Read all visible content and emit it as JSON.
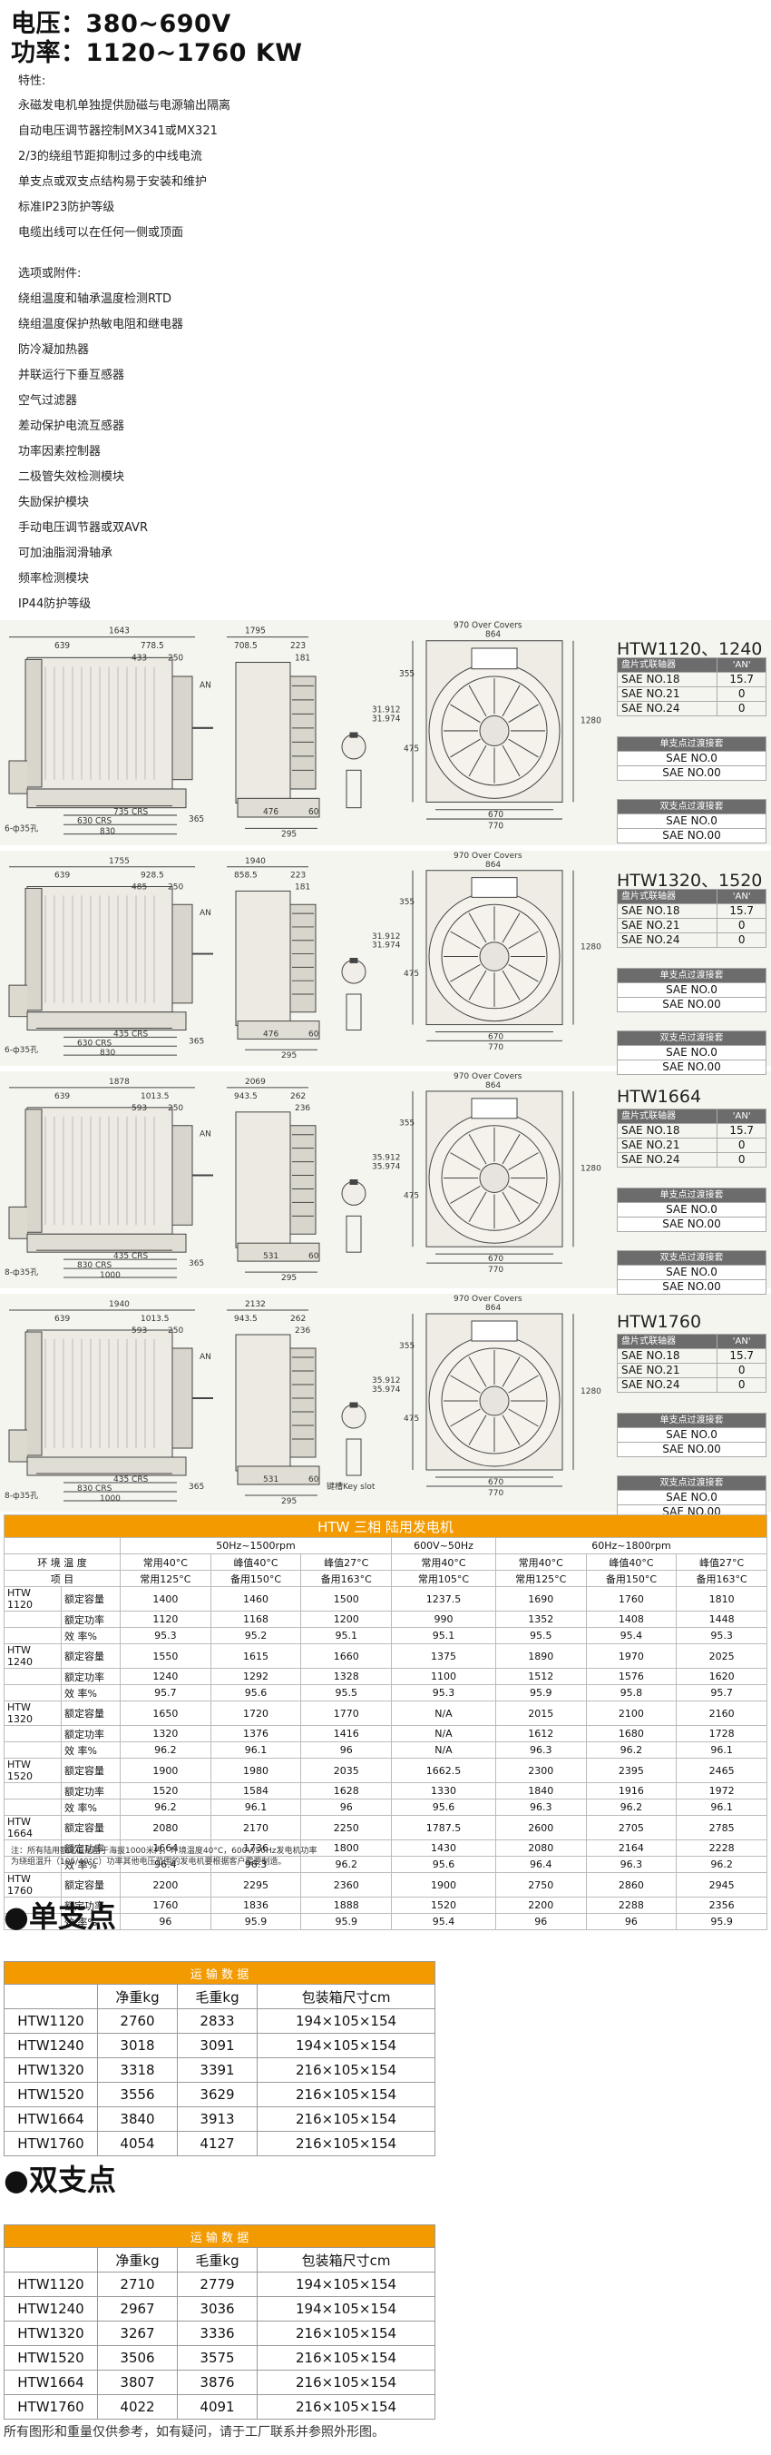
{
  "header": {
    "voltage": "电压：380~690V",
    "power": "功率：1120~1760 KW"
  },
  "features_title": "特性:",
  "features": [
    "永磁发电机单独提供励磁与电源输出隔离",
    "自动电压调节器控制MX341或MX321",
    "2/3的绕组节距抑制过多的中线电流",
    "单支点或双支点结构易于安装和维护",
    "标准IP23防护等级",
    "电缆出线可以在任何一侧或顶面"
  ],
  "options_title": "选项或附件:",
  "options": [
    "绕组温度和轴承温度检测RTD",
    "绕组温度保护热敏电阻和继电器",
    "防冷凝加热器",
    "并联运行下垂互感器",
    "空气过滤器",
    "差动保护电流互感器",
    "功率因素控制器",
    "二极管失效检测模块",
    "失励保护模块",
    "手动电压调节器或双AVR",
    "可加油脂润滑轴承",
    "频率检测模块",
    "IP44防护等级"
  ],
  "drawings": [
    {
      "model": "HTW1120、1240",
      "dims": {
        "overall": "1643",
        "d1": "639",
        "d2": "778.5",
        "d3": "433",
        "d4": "250",
        "an": "AN",
        "crs1": "735 CRS",
        "crs2": "630 CRS",
        "base": "830",
        "side": "365",
        "holes": "6-ф35孔",
        "s1": "1795",
        "s2": "708.5",
        "s3": "223",
        "s4": "181",
        "s5": "476",
        "s6": "295",
        "s7": "60",
        "key1": "31.912",
        "key2": "31.974",
        "cover": "970 Over Covers",
        "f1": "864",
        "f2": "670",
        "f3": "770",
        "f4": "355",
        "f5": "475",
        "f6": "1280"
      }
    },
    {
      "model": "HTW1320、1520",
      "dims": {
        "overall": "1755",
        "d1": "639",
        "d2": "928.5",
        "d3": "485",
        "d4": "250",
        "an": "AN",
        "crs1": "435 CRS",
        "crs2": "630 CRS",
        "base": "830",
        "side": "365",
        "holes": "6-ф35孔",
        "s1": "1940",
        "s2": "858.5",
        "s3": "223",
        "s4": "181",
        "s5": "476",
        "s6": "295",
        "s7": "60",
        "key1": "31.912",
        "key2": "31.974",
        "cover": "970 Over Covers",
        "f1": "864",
        "f2": "670",
        "f3": "770",
        "f4": "355",
        "f5": "475",
        "f6": "1280"
      }
    },
    {
      "model": "HTW1664",
      "dims": {
        "overall": "1878",
        "d1": "639",
        "d2": "1013.5",
        "d3": "593",
        "d4": "250",
        "an": "AN",
        "crs1": "435 CRS",
        "crs2": "830 CRS",
        "base": "1000",
        "side": "365",
        "holes": "8-ф35孔",
        "s1": "2069",
        "s2": "943.5",
        "s3": "262",
        "s4": "236",
        "s5": "531",
        "s6": "295",
        "s7": "60",
        "key1": "35.912",
        "key2": "35.974",
        "cover": "970 Over Covers",
        "f1": "864",
        "f2": "670",
        "f3": "770",
        "f4": "355",
        "f5": "475",
        "f6": "1280"
      }
    },
    {
      "model": "HTW1760",
      "dims": {
        "overall": "1940",
        "d1": "639",
        "d2": "1013.5",
        "d3": "593",
        "d4": "250",
        "an": "AN",
        "crs1": "435 CRS",
        "crs2": "830 CRS",
        "base": "1000",
        "side": "365",
        "holes": "8-ф35孔",
        "s1": "2132",
        "s2": "943.5",
        "s3": "262",
        "s4": "236",
        "s5": "531",
        "s6": "295",
        "s7": "60",
        "key1": "35.912",
        "key2": "35.974",
        "cover": "970 Over Covers",
        "f1": "864",
        "f2": "670",
        "f3": "770",
        "f4": "355",
        "f5": "475",
        "f6": "1280",
        "keyslot": "键槽Key slot"
      }
    }
  ],
  "coupling": {
    "flex_title": "盘片式联轴器",
    "an_col": "'AN'",
    "flex_rows": [
      [
        "SAE  NO.18",
        "15.7"
      ],
      [
        "SAE  NO.21",
        "0"
      ],
      [
        "SAE  NO.24",
        "0"
      ]
    ],
    "single_title": "单支点过渡接套",
    "single_rows": [
      "SAE NO.0",
      "SAE NO.00"
    ],
    "double_title": "双支点过渡接套",
    "double_rows": [
      "SAE NO.0",
      "SAE NO.00"
    ]
  },
  "ratings": {
    "title": "HTW 三相 陆用发电机",
    "freq_50": "50Hz~1500rpm",
    "freq_60": "60Hz~1800rpm",
    "freq_600": "600V~50Hz",
    "env_label": "环 境 温 度",
    "item_label": "项    目",
    "env": [
      "常用40°C",
      "峰值40°C",
      "峰值27°C",
      "常用40°C",
      "常用40°C",
      "峰值40°C",
      "峰值27°C"
    ],
    "rise": [
      "常用125°C",
      "备用150°C",
      "备用163°C",
      "常用105°C",
      "常用125°C",
      "备用150°C",
      "备用163°C"
    ],
    "row_labels": [
      "额定容量",
      "额定功率",
      "效  率%"
    ],
    "models": [
      {
        "name": "HTW 1120",
        "rows": [
          [
            "1400",
            "1460",
            "1500",
            "1237.5",
            "1690",
            "1760",
            "1810"
          ],
          [
            "1120",
            "1168",
            "1200",
            "990",
            "1352",
            "1408",
            "1448"
          ],
          [
            "95.3",
            "95.2",
            "95.1",
            "95.1",
            "95.5",
            "95.4",
            "95.3"
          ]
        ]
      },
      {
        "name": "HTW 1240",
        "rows": [
          [
            "1550",
            "1615",
            "1660",
            "1375",
            "1890",
            "1970",
            "2025"
          ],
          [
            "1240",
            "1292",
            "1328",
            "1100",
            "1512",
            "1576",
            "1620"
          ],
          [
            "95.7",
            "95.6",
            "95.5",
            "95.3",
            "95.9",
            "95.8",
            "95.7"
          ]
        ]
      },
      {
        "name": "HTW 1320",
        "rows": [
          [
            "1650",
            "1720",
            "1770",
            "N/A",
            "2015",
            "2100",
            "2160"
          ],
          [
            "1320",
            "1376",
            "1416",
            "N/A",
            "1612",
            "1680",
            "1728"
          ],
          [
            "96.2",
            "96.1",
            "96",
            "N/A",
            "96.3",
            "96.2",
            "96.1"
          ]
        ]
      },
      {
        "name": "HTW 1520",
        "rows": [
          [
            "1900",
            "1980",
            "2035",
            "1662.5",
            "2300",
            "2395",
            "2465"
          ],
          [
            "1520",
            "1584",
            "1628",
            "1330",
            "1840",
            "1916",
            "1972"
          ],
          [
            "96.2",
            "96.1",
            "96",
            "95.6",
            "96.3",
            "96.2",
            "96.1"
          ]
        ]
      },
      {
        "name": "HTW 1664",
        "rows": [
          [
            "2080",
            "2170",
            "2250",
            "1787.5",
            "2600",
            "2705",
            "2785"
          ],
          [
            "1664",
            "1736",
            "1800",
            "1430",
            "2080",
            "2164",
            "2228"
          ],
          [
            "96.4",
            "96.3",
            "96.2",
            "95.6",
            "96.4",
            "96.3",
            "96.2"
          ]
        ]
      },
      {
        "name": "HTW 1760",
        "rows": [
          [
            "2200",
            "2295",
            "2360",
            "1900",
            "2750",
            "2860",
            "2945"
          ],
          [
            "1760",
            "1836",
            "1888",
            "1520",
            "2200",
            "2288",
            "2356"
          ],
          [
            "96",
            "95.9",
            "95.9",
            "95.4",
            "96",
            "96",
            "95.9"
          ]
        ]
      }
    ],
    "note1": "注：所有陆用额定值是基于海拔1000米内，环境温度40°C，600V/50Hz发电机功率",
    "note2": "为绕组温升（105/40°C）功率其他电压范围的发电机要根据客户需要制造。"
  },
  "single": {
    "heading": "●单支点",
    "title": "运 输 数 据",
    "cols": [
      "",
      "净重kg",
      "毛重kg",
      "包装箱尺寸cm"
    ],
    "rows": [
      [
        "HTW1120",
        "2760",
        "2833",
        "194×105×154"
      ],
      [
        "HTW1240",
        "3018",
        "3091",
        "194×105×154"
      ],
      [
        "HTW1320",
        "3318",
        "3391",
        "216×105×154"
      ],
      [
        "HTW1520",
        "3556",
        "3629",
        "216×105×154"
      ],
      [
        "HTW1664",
        "3840",
        "3913",
        "216×105×154"
      ],
      [
        "HTW1760",
        "4054",
        "4127",
        "216×105×154"
      ]
    ]
  },
  "double": {
    "heading": "●双支点",
    "title": "运 输 数 据",
    "cols": [
      "",
      "净重kg",
      "毛重kg",
      "包装箱尺寸cm"
    ],
    "rows": [
      [
        "HTW1120",
        "2710",
        "2779",
        "194×105×154"
      ],
      [
        "HTW1240",
        "2967",
        "3036",
        "194×105×154"
      ],
      [
        "HTW1320",
        "3267",
        "3336",
        "216×105×154"
      ],
      [
        "HTW1520",
        "3506",
        "3575",
        "216×105×154"
      ],
      [
        "HTW1664",
        "3807",
        "3876",
        "216×105×154"
      ],
      [
        "HTW1760",
        "4022",
        "4091",
        "216×105×154"
      ]
    ]
  },
  "footer": "所有图形和重量仅供参考，如有疑问，请于工厂联系并参照外形图。"
}
